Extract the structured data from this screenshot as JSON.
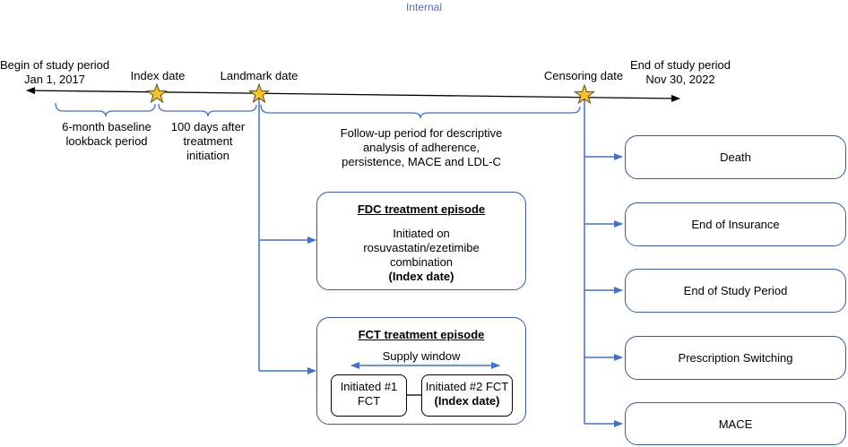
{
  "classification": "Internal",
  "timeline": {
    "begin": [
      "Begin of study period",
      "Jan 1, 2017"
    ],
    "index_date": "Index date",
    "landmark_date": "Landmark date",
    "censoring_date": "Censoring date",
    "end": [
      "End of study period",
      "Nov 30, 2022"
    ]
  },
  "periods": {
    "baseline": [
      "6-month baseline",
      "lookback period"
    ],
    "landmark_gap": [
      "100 days after",
      "treatment",
      "initiation"
    ],
    "followup": [
      "Follow-up period for descriptive",
      "analysis of adherence,",
      "persistence, MACE and LDL-C"
    ]
  },
  "fdc": {
    "title": "FDC treatment episode",
    "body": [
      "Initiated on",
      "rosuvastatin/ezetimibe",
      "combination"
    ],
    "index": "(Index date)"
  },
  "fct": {
    "title": "FCT treatment episode",
    "supply_window": "Supply window",
    "initiated1": [
      "Initiated #1",
      "FCT"
    ],
    "initiated2": "Initiated #2 FCT",
    "index": "(Index date)"
  },
  "censoring_reasons": [
    "Death",
    "End of Insurance",
    "End of Study Period",
    "Prescription Switching",
    "MACE"
  ],
  "colors": {
    "line": "#4472c4",
    "box_border": "#3b5c93",
    "star_fill": "#f2c230",
    "star_stroke": "#5a4a1a",
    "header": "#5b6fa8"
  }
}
